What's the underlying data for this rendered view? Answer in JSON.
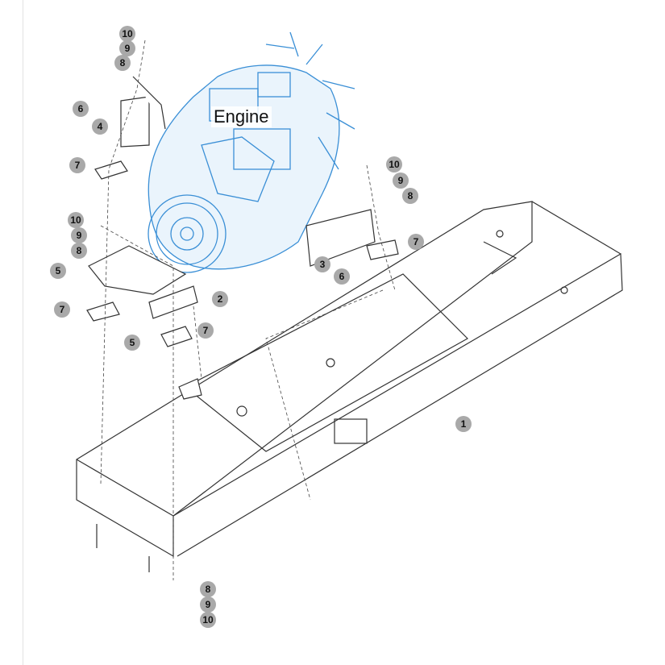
{
  "diagram": {
    "engine_label": "Engine",
    "callouts": [
      "10",
      "9",
      "8",
      "6",
      "4",
      "7",
      "10",
      "9",
      "8",
      "5",
      "7",
      "5",
      "2",
      "7",
      "10",
      "9",
      "8",
      "7",
      "3",
      "6",
      "1",
      "8",
      "9",
      "10"
    ]
  },
  "colors": {
    "engine": "#3a8fd6",
    "callout": "#a9a9a9",
    "lines": "#333333"
  }
}
